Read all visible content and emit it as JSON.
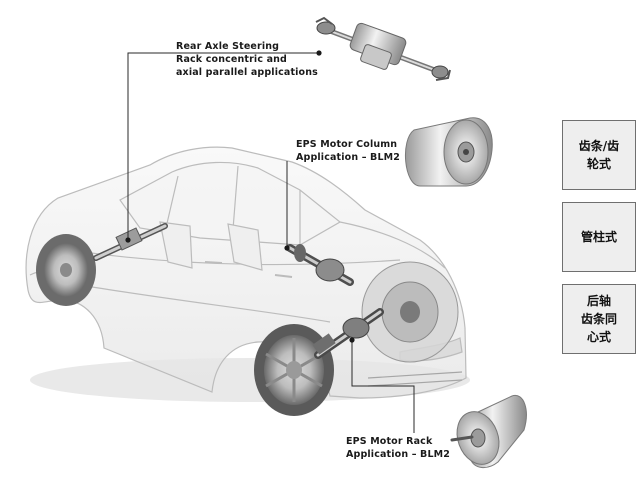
{
  "callouts": {
    "rear_axle": [
      "Rear Axle Steering",
      "Rack concentric and",
      "axial parallel applications"
    ],
    "eps_column": [
      "EPS Motor Column",
      "Application – BLM2"
    ],
    "eps_rack": [
      "EPS Motor Rack",
      "Application – BLM2"
    ]
  },
  "side_buttons": [
    [
      "齿条/齿",
      "轮式"
    ],
    [
      "管柱式"
    ],
    [
      "后轴",
      "齿条同",
      "心式"
    ]
  ],
  "colors": {
    "callout_text": "#1a1a1a",
    "leader_line": "#2a2a2a",
    "button_bg": "#eeeeee",
    "button_border": "#6f6f6f",
    "car_outline": "#bcbcbc",
    "wheel_dark": "#5a5a5a"
  }
}
